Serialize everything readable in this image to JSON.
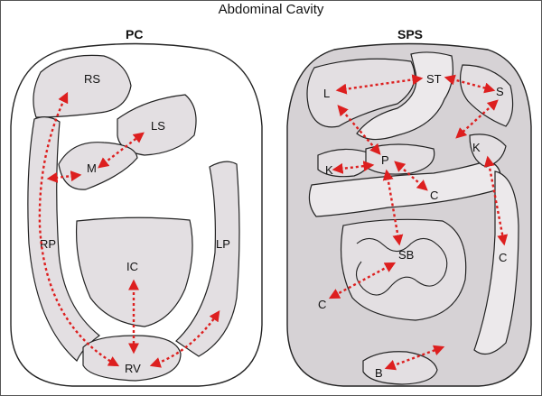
{
  "title": "Abdominal Cavity",
  "panels": {
    "pc": {
      "title": "PC"
    },
    "sps": {
      "title": "SPS"
    }
  },
  "pc_labels": {
    "rs": "RS",
    "ls": "LS",
    "m": "M",
    "rp": "RP",
    "lp": "LP",
    "ic": "IC",
    "rv": "RV"
  },
  "sps_labels": {
    "st": "ST",
    "l": "L",
    "s": "S",
    "k_left": "K",
    "p": "P",
    "k_right": "K",
    "c_mid": "C",
    "sb": "SB",
    "c_right": "C",
    "c_left": "C",
    "b": "B"
  },
  "colors": {
    "arrow": "#dd1f1f",
    "organ_fill": "#e3dfe2",
    "sps_background": "#d6d2d5",
    "outline": "#222222"
  }
}
